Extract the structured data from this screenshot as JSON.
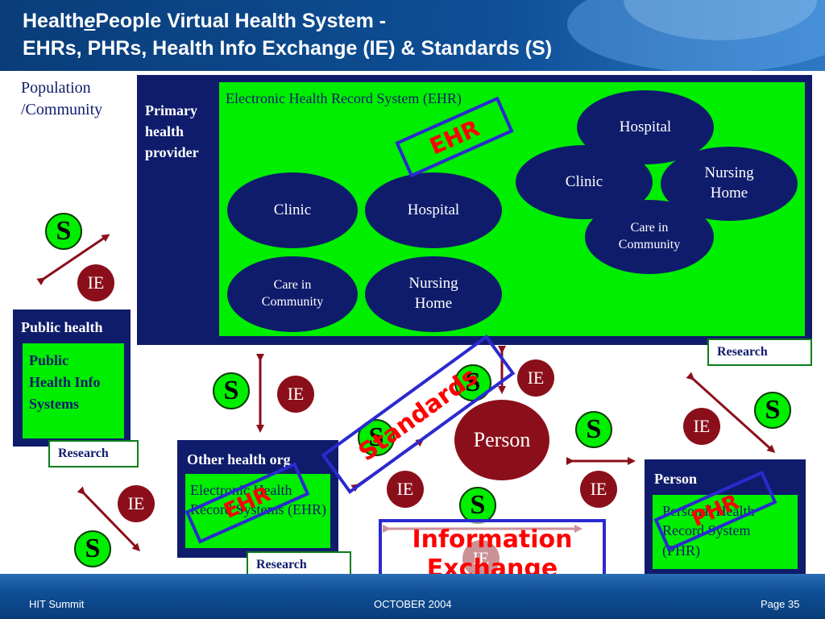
{
  "header": {
    "title_line1_a": "Health",
    "title_line1_b": "e",
    "title_line1_c": "People Virtual Health System  -",
    "title_line2": "EHRs, PHRs, Health Info Exchange (IE) & Standards (S)"
  },
  "footer": {
    "left": "HIT Summit",
    "center": "OCTOBER 2004",
    "right": "Page 35"
  },
  "population_label": "Population /Community",
  "ehr_main": {
    "provider_label": "Primary health provider",
    "system_label": "Electronic Health Record System (EHR)",
    "stamp": "EHR",
    "nodes": [
      "Hospital",
      "Clinic",
      "Nursing Home",
      "Care in Community",
      "Clinic",
      "Hospital",
      "Care in Community",
      "Nursing Home"
    ]
  },
  "public_health": {
    "title": "Public health",
    "inner": "Public Health Info Systems",
    "research": "Research"
  },
  "other_org": {
    "title": "Other health org",
    "inner": "Electronic Health Record Systems (EHR)",
    "stamp": "EHR",
    "research": "Research"
  },
  "person_box": {
    "title": "Person",
    "inner": "Personal Health Record System (PHR)",
    "stamp": "PHR"
  },
  "research_top": "Research",
  "person_center": "Person",
  "standards_stamp": "Standards",
  "info_exchange": "Information Exchange",
  "s_label": "S",
  "ie_label": "IE",
  "colors": {
    "navy": "#0f1c6b",
    "green": "#00ee00",
    "maroon": "#8b0f1a",
    "stamp_red": "#ff0000",
    "stamp_blue": "#2a2ad0"
  }
}
